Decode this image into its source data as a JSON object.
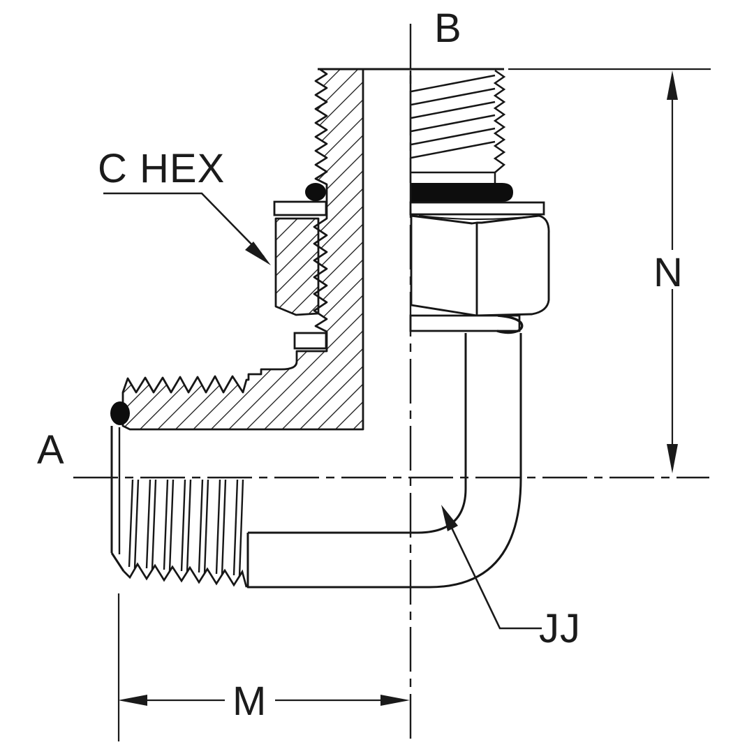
{
  "diagram": {
    "title_note": "",
    "labels": {
      "port_top": "B",
      "hex_callout": "C HEX",
      "port_side": "A",
      "dim_vertical": "N",
      "dim_horizontal": "M",
      "bend_callout": "JJ"
    },
    "colors": {
      "ink": "#161616",
      "background": "#ffffff"
    }
  }
}
